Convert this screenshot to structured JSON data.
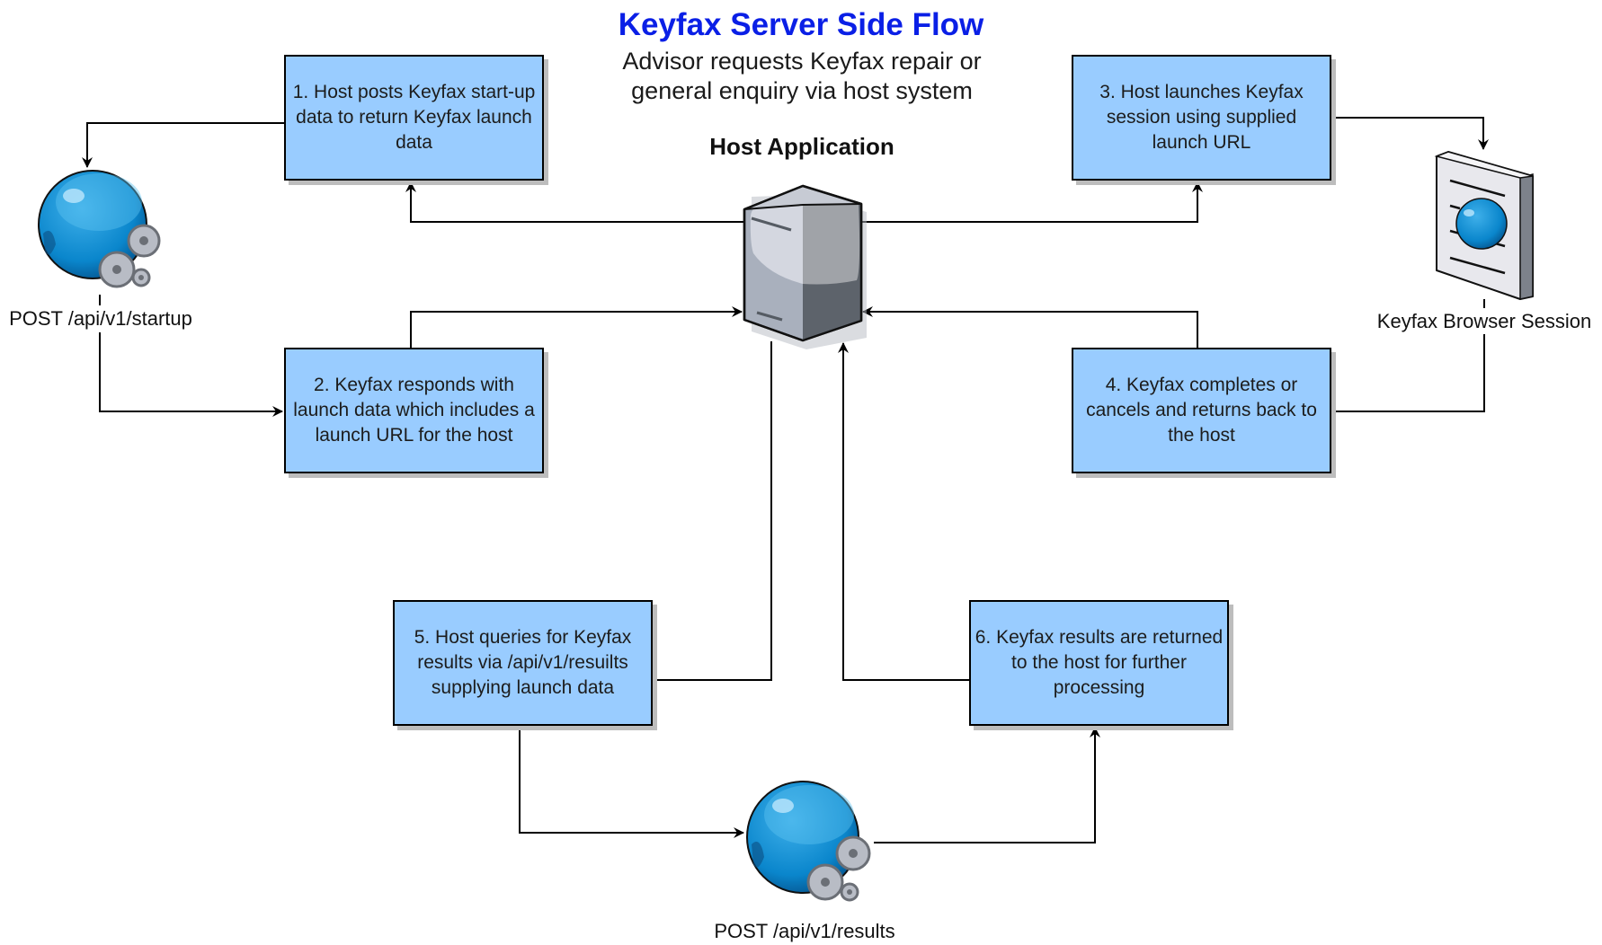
{
  "diagram": {
    "title": "Keyfax Server Side Flow",
    "subtitle_line1": "Advisor requests Keyfax repair or",
    "subtitle_line2": "general enquiry via host system",
    "colors": {
      "title": "#0a1fe6",
      "box_fill": "#99ccff",
      "box_border": "#000000",
      "box_shadow": "#bdbdbd",
      "connector": "#000000"
    },
    "nodes": {
      "host": {
        "label": "Host Application",
        "icon": "server-icon"
      },
      "startup_api": {
        "label": "POST /api/v1/startup",
        "icon": "web-service-globe-gears-icon"
      },
      "browser": {
        "label": "Keyfax Browser Session",
        "icon": "browser-document-globe-icon"
      },
      "results_api": {
        "label": "POST /api/v1/results",
        "icon": "web-service-globe-gears-icon"
      }
    },
    "steps": [
      {
        "id": "1",
        "text": "1. Host posts Keyfax start-up data to return Keyfax launch data"
      },
      {
        "id": "2",
        "text": "2. Keyfax responds with launch data which includes a launch URL for the host"
      },
      {
        "id": "3",
        "text": "3. Host launches Keyfax session using supplied launch URL"
      },
      {
        "id": "4",
        "text": "4. Keyfax completes or cancels and returns back to the host"
      },
      {
        "id": "5",
        "text": "5. Host queries for Keyfax results via /api/v1/resuilts supplying launch data"
      },
      {
        "id": "6",
        "text": "6. Keyfax results are returned to the host for further processing"
      }
    ],
    "edges": [
      {
        "from": "host",
        "to": "step-1"
      },
      {
        "from": "step-1",
        "to": "startup_api"
      },
      {
        "from": "startup_api",
        "to": "step-2"
      },
      {
        "from": "step-2",
        "to": "host"
      },
      {
        "from": "host",
        "to": "step-3"
      },
      {
        "from": "step-3",
        "to": "browser"
      },
      {
        "from": "browser",
        "to": "step-4"
      },
      {
        "from": "step-4",
        "to": "host"
      },
      {
        "from": "host",
        "to": "step-5"
      },
      {
        "from": "step-5",
        "to": "results_api"
      },
      {
        "from": "results_api",
        "to": "step-6"
      },
      {
        "from": "step-6",
        "to": "host"
      }
    ]
  }
}
